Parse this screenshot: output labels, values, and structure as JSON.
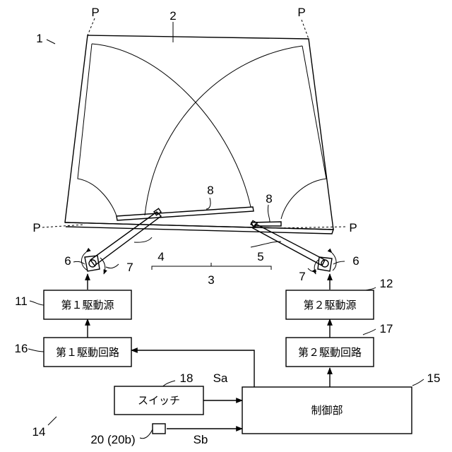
{
  "figure": {
    "refs": {
      "r1": "1",
      "r2": "2",
      "r3": "3",
      "r4": "4",
      "r5": "5",
      "r6_left": "6",
      "r6_right": "6",
      "r7_left": "7",
      "r7_right": "7",
      "r8_left": "8",
      "r8_right": "8",
      "r11": "11",
      "r12": "12",
      "r14": "14",
      "r15": "15",
      "r16": "16",
      "r17": "17",
      "r18": "18",
      "r20": "20 (20b)",
      "p_top_left": "P",
      "p_top_right": "P",
      "p_left": "P",
      "p_right": "P",
      "sa": "Sa",
      "sb": "Sb"
    },
    "boxes": {
      "drive_source_1": "第１駆動源",
      "drive_source_2": "第２駆動源",
      "drive_circuit_1": "第１駆動回路",
      "drive_circuit_2": "第２駆動回路",
      "switch": "スイッチ",
      "control_unit": "制御部"
    }
  }
}
